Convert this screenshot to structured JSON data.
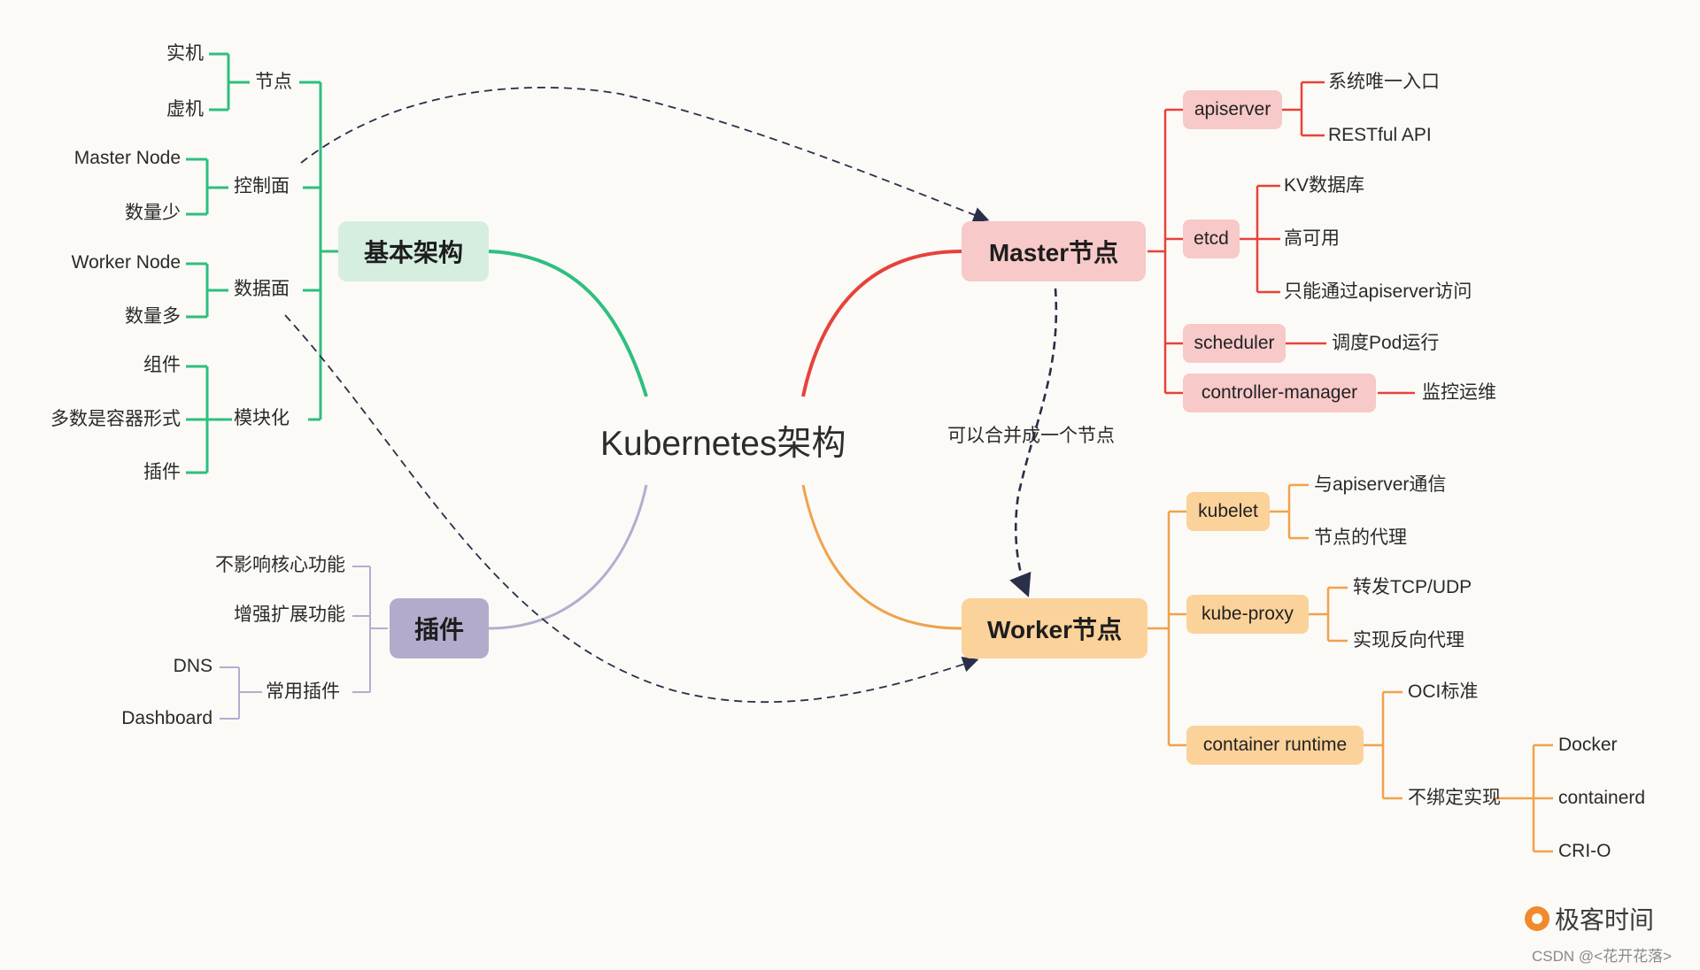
{
  "center": "Kubernetes架构",
  "basic": {
    "title": "基本架构",
    "nodes": {
      "label": "节点",
      "items": [
        "实机",
        "虚机"
      ]
    },
    "control": {
      "label": "控制面",
      "items": [
        "Master Node",
        "数量少"
      ]
    },
    "data": {
      "label": "数据面",
      "items": [
        "Worker Node",
        "数量多"
      ]
    },
    "modular": {
      "label": "模块化",
      "items": [
        "组件",
        "多数是容器形式",
        "插件"
      ]
    }
  },
  "plugins": {
    "title": "插件",
    "items": [
      "不影响核心功能",
      "增强扩展功能"
    ],
    "common": {
      "label": "常用插件",
      "items": [
        "DNS",
        "Dashboard"
      ]
    }
  },
  "master": {
    "title": "Master节点",
    "apiserver": {
      "label": "apiserver",
      "items": [
        "系统唯一入口",
        "RESTful API"
      ]
    },
    "etcd": {
      "label": "etcd",
      "items": [
        "KV数据库",
        "高可用",
        "只能通过apiserver访问"
      ]
    },
    "scheduler": {
      "label": "scheduler",
      "item": "调度Pod运行"
    },
    "controller": {
      "label": "controller-manager",
      "item": "监控运维"
    }
  },
  "merge_note": "可以合并成一个节点",
  "worker": {
    "title": "Worker节点",
    "kubelet": {
      "label": "kubelet",
      "items": [
        "与apiserver通信",
        "节点的代理"
      ]
    },
    "proxy": {
      "label": "kube-proxy",
      "items": [
        "转发TCP/UDP",
        "实现反向代理"
      ]
    },
    "runtime": {
      "label": "container runtime",
      "oci": "OCI标准",
      "unbound": {
        "label": "不绑定实现",
        "items": [
          "Docker",
          "containerd",
          "CRI-O"
        ]
      }
    }
  },
  "brand": "极客时间",
  "watermark": "CSDN @<花开花落>",
  "colors": {
    "basic": "#2ebf7f",
    "basic_fill": "#d5eee0",
    "master": "#e8413b",
    "master_fill": "#f7c9c8",
    "worker": "#f0a24c",
    "worker_fill": "#fbd29a",
    "plugin": "#b4add0",
    "plugin_fill": "#b3abcb",
    "dashed": "#2a2f4a"
  }
}
